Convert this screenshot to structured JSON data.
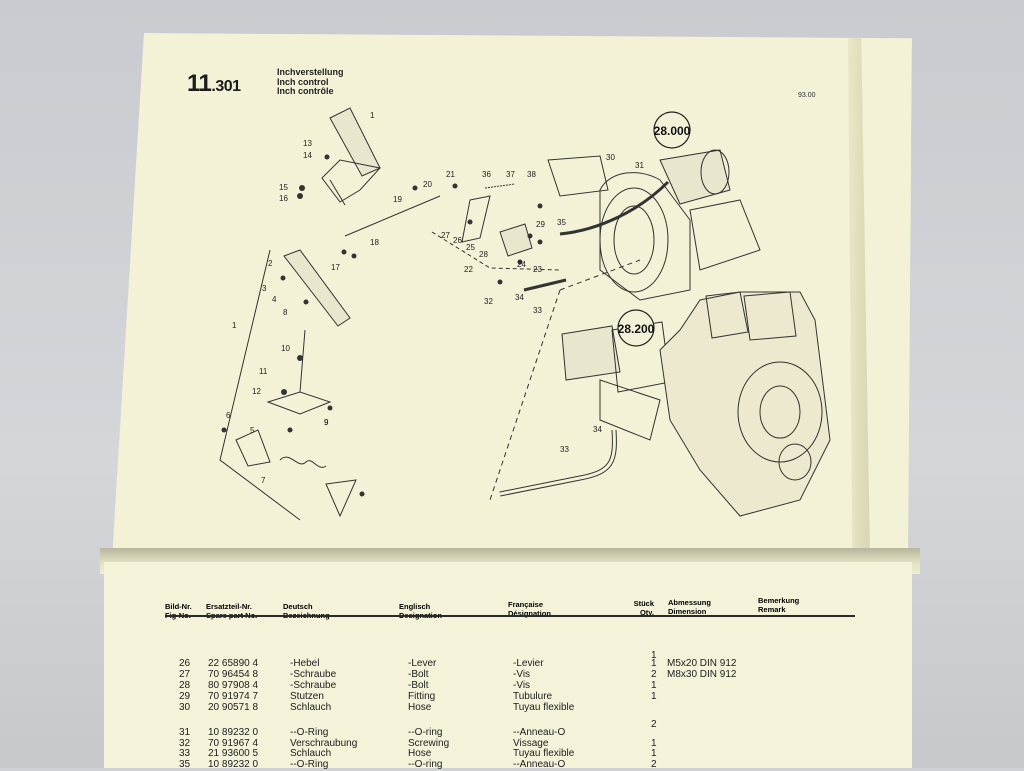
{
  "section": {
    "number": "11",
    "sub": ".301"
  },
  "titles": [
    "Inchverstellung",
    "Inch control",
    "Inch contrôle"
  ],
  "date": "93.00",
  "callouts": [
    {
      "label": "28.000"
    },
    {
      "label": "28.200"
    }
  ],
  "diagram_labels": [
    "1",
    "2",
    "3",
    "4",
    "5",
    "6",
    "7",
    "8",
    "9",
    "10",
    "11",
    "12",
    "13",
    "14",
    "15",
    "16",
    "17",
    "18",
    "19",
    "20",
    "21",
    "22",
    "23",
    "24",
    "25",
    "26",
    "27",
    "28",
    "29",
    "30",
    "31",
    "32",
    "33",
    "34",
    "35",
    "36",
    "37",
    "38",
    "1",
    "9",
    "33",
    "34"
  ],
  "table": {
    "headers": {
      "fig": [
        "Bild-Nr.",
        "Fig-No."
      ],
      "part": [
        "Ersatzteil-Nr.",
        "Spare part No."
      ],
      "de": [
        "Deutsch",
        "Bezeichnung"
      ],
      "en": [
        "Englisch",
        "Designation"
      ],
      "fr": [
        "Française",
        "Désignation"
      ],
      "qty": [
        "Stück",
        "Qty."
      ],
      "dim": [
        "Abmessung",
        "Dimension"
      ],
      "rem": [
        "Bemerkung",
        "Remark"
      ]
    },
    "rows": [
      {
        "fig": "",
        "part": "",
        "de": "",
        "en": "",
        "fr": "",
        "qty": "1",
        "dim": ""
      },
      {
        "fig": "26",
        "part": "22 65890 4",
        "de": "-Hebel",
        "en": "-Lever",
        "fr": "-Levier",
        "qty": "1",
        "dim": "M5x20 DIN 912"
      },
      {
        "fig": "27",
        "part": "70 96454 8",
        "de": "-Schraube",
        "en": "-Bolt",
        "fr": "-Vis",
        "qty": "2",
        "dim": "M8x30 DIN 912"
      },
      {
        "fig": "28",
        "part": "80 97908 4",
        "de": "-Schraube",
        "en": "-Bolt",
        "fr": "-Vis",
        "qty": "1",
        "dim": ""
      },
      {
        "fig": "29",
        "part": "70 91974 7",
        "de": "Stutzen",
        "en": "Fitting",
        "fr": "Tubulure",
        "qty": "1",
        "dim": ""
      },
      {
        "fig": "30",
        "part": "20 90571 8",
        "de": "Schlauch",
        "en": "Hose",
        "fr": "Tuyau flexible",
        "qty": "",
        "dim": ""
      },
      {
        "fig": "31",
        "part": "10 89232 0",
        "de": "--O-Ring",
        "en": "--O-ring",
        "fr": "--Anneau-O",
        "qty": "2",
        "dim": ""
      },
      {
        "fig": "32",
        "part": "70 91967 4",
        "de": "Verschraubung",
        "en": "Screwing",
        "fr": "Vissage",
        "qty": "1",
        "dim": ""
      },
      {
        "fig": "33",
        "part": "21 93600 5",
        "de": "Schlauch",
        "en": "Hose",
        "fr": "Tuyau flexible",
        "qty": "1",
        "dim": ""
      },
      {
        "fig": "35",
        "part": "10 89232 0",
        "de": "--O-Ring",
        "en": "--O-ring",
        "fr": "--Anneau-O",
        "qty": "2",
        "dim": ""
      }
    ]
  }
}
